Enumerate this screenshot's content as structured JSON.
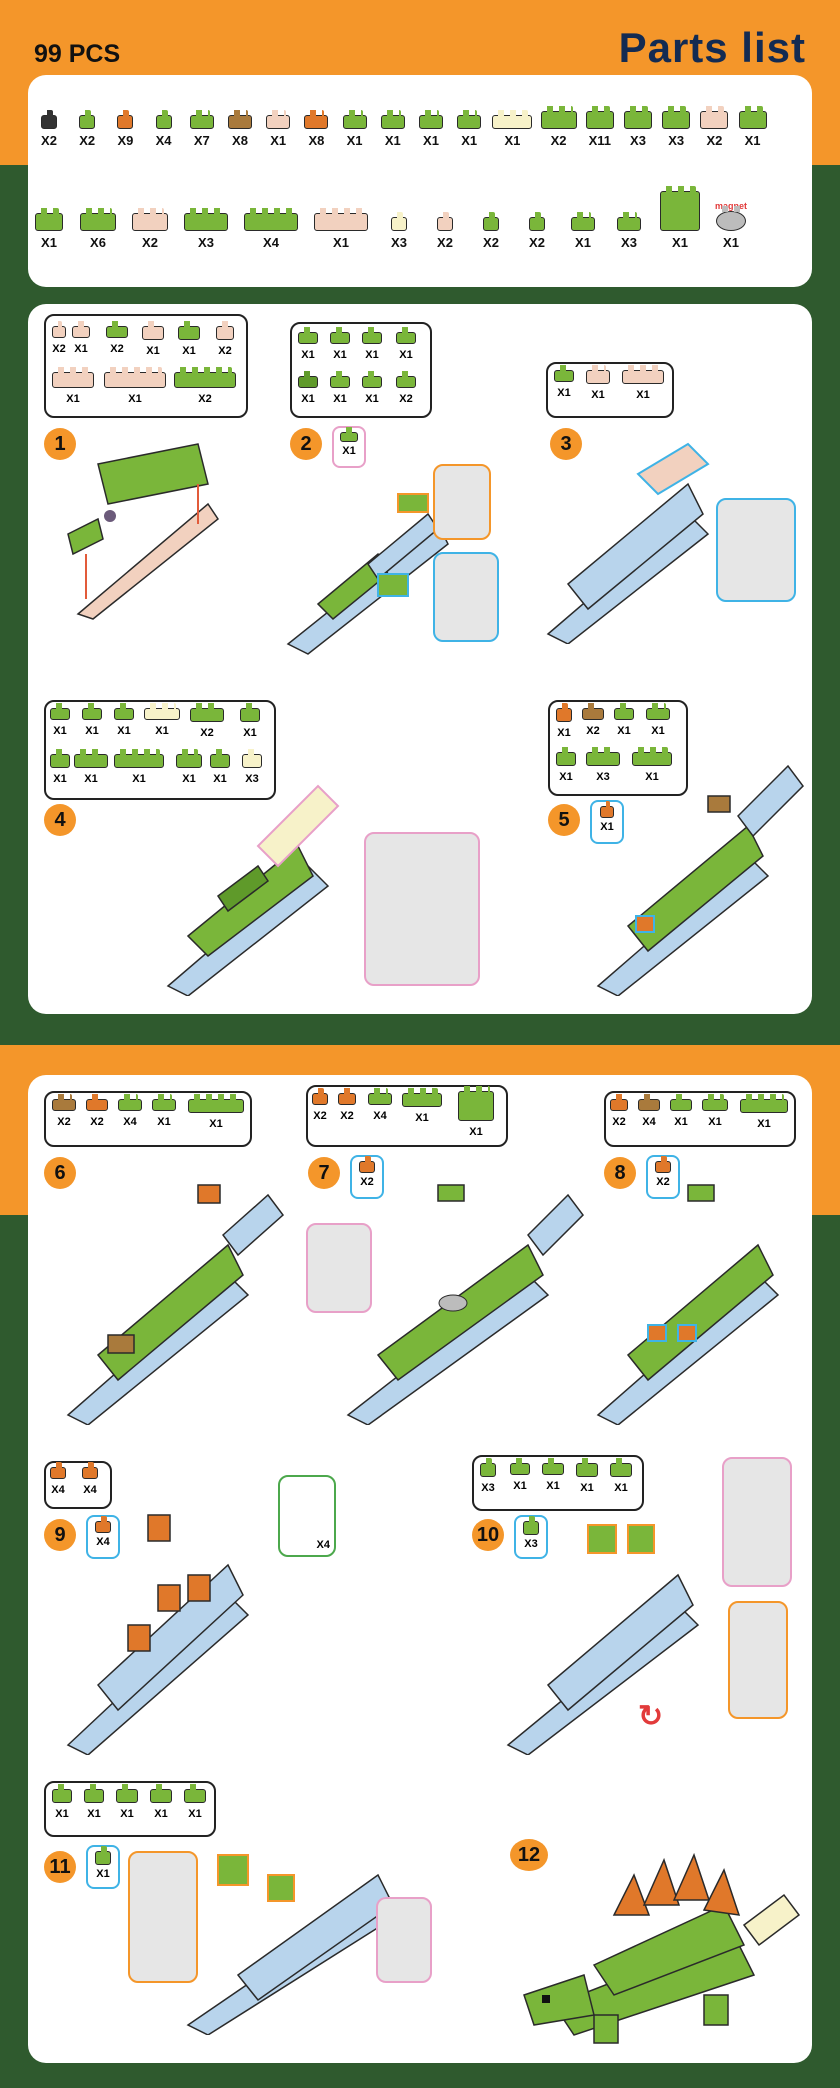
{
  "header": {
    "pieces": "99 PCS",
    "title": "Parts list"
  },
  "colors": {
    "orange_band": "#f4962a",
    "green_band": "#2f5a2e",
    "lime": "#7ab63a",
    "light_blue": "#b8d4ec",
    "peach": "#f2d1bf",
    "brown": "#a97a3c",
    "orange_brick": "#e0782a",
    "title_navy": "#132b52"
  },
  "parts_row1": [
    {
      "qty": "X2",
      "color": "black",
      "icon": "round-stud-piece"
    },
    {
      "qty": "X2",
      "color": "green",
      "icon": "1x1-brick"
    },
    {
      "qty": "X9",
      "color": "orange",
      "icon": "spike-piece"
    },
    {
      "qty": "X4",
      "color": "green",
      "icon": "spike-piece"
    },
    {
      "qty": "X7",
      "color": "green",
      "icon": "1x2-brick"
    },
    {
      "qty": "X8",
      "color": "brown",
      "icon": "1x2-brick"
    },
    {
      "qty": "X1",
      "color": "peach",
      "icon": "1x2-brick"
    },
    {
      "qty": "X8",
      "color": "orange",
      "icon": "1x2-slope"
    },
    {
      "qty": "X1",
      "color": "green",
      "icon": "1x2-slope"
    },
    {
      "qty": "X1",
      "color": "green",
      "icon": "1x2-slope"
    },
    {
      "qty": "X1",
      "color": "green",
      "icon": "1x2-slope"
    },
    {
      "qty": "X1",
      "color": "green",
      "icon": "1x2-plate"
    },
    {
      "qty": "X1",
      "color": "cream",
      "icon": "1x4-plate"
    },
    {
      "qty": "X2",
      "color": "green",
      "icon": "2x3-brick"
    },
    {
      "qty": "X11",
      "color": "green",
      "icon": "2x2-brick"
    },
    {
      "qty": "X3",
      "color": "green",
      "icon": "2x2-brick"
    },
    {
      "qty": "X3",
      "color": "green",
      "icon": "2x2-slope"
    },
    {
      "qty": "X2",
      "color": "peach",
      "icon": "2x2-brick"
    },
    {
      "qty": "X1",
      "color": "green",
      "icon": "2x2-corner"
    }
  ],
  "parts_row2": [
    {
      "qty": "X1",
      "color": "green",
      "icon": "2x2-slope"
    },
    {
      "qty": "X6",
      "color": "green",
      "icon": "2x3-brick"
    },
    {
      "qty": "X2",
      "color": "peach",
      "icon": "2x3-brick"
    },
    {
      "qty": "X3",
      "color": "green",
      "icon": "2x4-brick"
    },
    {
      "qty": "X4",
      "color": "green",
      "icon": "2x6-brick"
    },
    {
      "qty": "X1",
      "color": "peach",
      "icon": "2x6-plate"
    },
    {
      "qty": "X3",
      "color": "cream",
      "icon": "1x1-slope"
    },
    {
      "qty": "X2",
      "color": "peach",
      "icon": "1x1-slope"
    },
    {
      "qty": "X2",
      "color": "green",
      "icon": "1x1-slope"
    },
    {
      "qty": "X2",
      "color": "green",
      "icon": "1x1-brick"
    },
    {
      "qty": "X1",
      "color": "green",
      "icon": "1x2-brick"
    },
    {
      "qty": "X3",
      "color": "green",
      "icon": "1x2-tall-brick"
    },
    {
      "qty": "X1",
      "color": "green",
      "icon": "magnet-holder-block"
    },
    {
      "qty": "X1",
      "color": "grey",
      "icon": "magnet-disc",
      "label": "magnet"
    }
  ],
  "steps": [
    {
      "num": "1",
      "inventory": [
        "X2",
        "X1",
        "X2",
        "X1",
        "X1",
        "X2",
        "X1",
        "X1",
        "X2"
      ]
    },
    {
      "num": "2",
      "inventory": [
        "X1",
        "X1",
        "X1",
        "X1",
        "X1",
        "X1",
        "X1",
        "X2"
      ],
      "callout": "X1"
    },
    {
      "num": "3",
      "inventory": [
        "X1",
        "X1",
        "X1"
      ]
    },
    {
      "num": "4",
      "inventory": [
        "X1",
        "X1",
        "X1",
        "X1",
        "X2",
        "X1",
        "X1",
        "X1",
        "X1",
        "X1",
        "X1",
        "X3"
      ]
    },
    {
      "num": "5",
      "inventory": [
        "X1",
        "X2",
        "X1",
        "X1",
        "X1",
        "X3",
        "X1"
      ],
      "callout": "X1"
    },
    {
      "num": "6",
      "inventory": [
        "X2",
        "X2",
        "X4",
        "X1",
        "X1"
      ]
    },
    {
      "num": "7",
      "inventory": [
        "X2",
        "X2",
        "X4",
        "X1",
        "X1"
      ],
      "callout": "X2"
    },
    {
      "num": "8",
      "inventory": [
        "X2",
        "X4",
        "X1",
        "X1",
        "X1"
      ],
      "callout": "X2"
    },
    {
      "num": "9",
      "inventory": [
        "X4",
        "X4"
      ],
      "callout": "X4",
      "detail": "X4"
    },
    {
      "num": "10",
      "inventory": [
        "X3",
        "X1",
        "X1",
        "X1",
        "X1"
      ],
      "callout": "X3"
    },
    {
      "num": "11",
      "inventory": [
        "X1",
        "X1",
        "X1",
        "X1",
        "X1"
      ],
      "callout": "X1"
    },
    {
      "num": "12"
    }
  ]
}
